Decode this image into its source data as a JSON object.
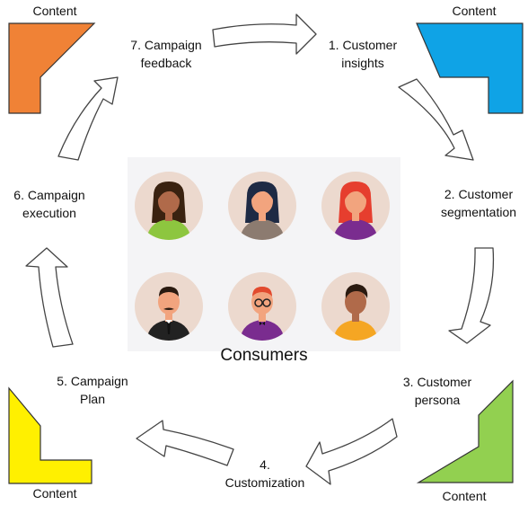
{
  "corners": {
    "top_left": {
      "label": "Content",
      "color": "#F08236"
    },
    "top_right": {
      "label": "Content",
      "color": "#0FA3E6"
    },
    "bottom_left": {
      "label": "Content",
      "color": "#FFF000"
    },
    "bottom_right": {
      "label": "Content",
      "color": "#92D050"
    }
  },
  "steps": {
    "s1": [
      "1. Customer",
      "insights"
    ],
    "s2": [
      "2. Customer",
      "segmentation"
    ],
    "s3": [
      "3. Customer",
      "persona"
    ],
    "s4": [
      "4.",
      "Customization"
    ],
    "s5": [
      "5. Campaign",
      "Plan"
    ],
    "s6": [
      "6. Campaign",
      "execution"
    ],
    "s7": [
      "7. Campaign",
      "feedback"
    ]
  },
  "center": {
    "title": "Consumers",
    "avatars": [
      {
        "name": "woman-curly-hair-avatar",
        "skin": "#B06A4A",
        "hair": "#3A2210",
        "shirt": "#8DC63F"
      },
      {
        "name": "woman-dark-hair-avatar",
        "skin": "#F2A47E",
        "hair": "#1E2A44",
        "shirt": "#8C7B70"
      },
      {
        "name": "woman-red-hair-avatar",
        "skin": "#F2A47E",
        "hair": "#E63E2E",
        "shirt": "#7A2C8F"
      },
      {
        "name": "man-mustache-avatar",
        "skin": "#F2A47E",
        "hair": "#2A1A10",
        "shirt": "#222222"
      },
      {
        "name": "man-glasses-avatar",
        "skin": "#F2A47E",
        "hair": "#E24A2E",
        "shirt": "#7A2C8F"
      },
      {
        "name": "man-curly-hair-avatar",
        "skin": "#B06A4A",
        "hair": "#2A1A10",
        "shirt": "#F5A623"
      }
    ]
  }
}
